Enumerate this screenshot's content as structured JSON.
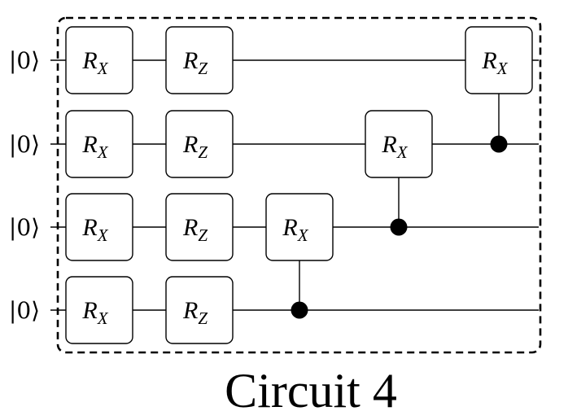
{
  "diagram": {
    "caption": "Circuit 4",
    "qubits": [
      {
        "initial_state": "|0⟩"
      },
      {
        "initial_state": "|0⟩"
      },
      {
        "initial_state": "|0⟩"
      },
      {
        "initial_state": "|0⟩"
      }
    ],
    "gates": [
      {
        "name": "R",
        "sub": "X",
        "qubit": 0,
        "column": 0
      },
      {
        "name": "R",
        "sub": "X",
        "qubit": 1,
        "column": 0
      },
      {
        "name": "R",
        "sub": "X",
        "qubit": 2,
        "column": 0
      },
      {
        "name": "R",
        "sub": "X",
        "qubit": 3,
        "column": 0
      },
      {
        "name": "R",
        "sub": "Z",
        "qubit": 0,
        "column": 1
      },
      {
        "name": "R",
        "sub": "Z",
        "qubit": 1,
        "column": 1
      },
      {
        "name": "R",
        "sub": "Z",
        "qubit": 2,
        "column": 1
      },
      {
        "name": "R",
        "sub": "Z",
        "qubit": 3,
        "column": 1
      },
      {
        "name": "R",
        "sub": "X",
        "qubit": 2,
        "column": 2,
        "control": 3
      },
      {
        "name": "R",
        "sub": "X",
        "qubit": 1,
        "column": 3,
        "control": 2
      },
      {
        "name": "R",
        "sub": "X",
        "qubit": 0,
        "column": 4,
        "control": 1
      }
    ],
    "colors": {
      "line": "#000000",
      "background": "#ffffff"
    },
    "border_style": "dashed"
  }
}
